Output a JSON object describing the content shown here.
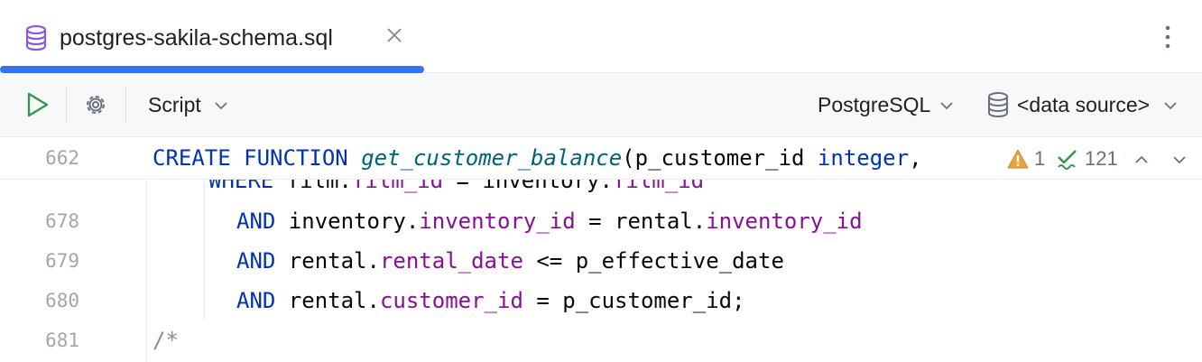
{
  "tab": {
    "title": "postgres-sakila-schema.sql"
  },
  "toolbar": {
    "mode": "Script",
    "dialect": "PostgreSQL",
    "data_source": "<data source>"
  },
  "inspections": {
    "warnings": "1",
    "weak_warnings": "121"
  },
  "editor": {
    "sticky": {
      "number": "662",
      "kw": "CREATE FUNCTION ",
      "fn": "get_customer_balance",
      "rest": "(p_customer_id ",
      "type": "integer",
      "tail": ","
    },
    "partial": {
      "kw": "WHERE ",
      "t1": "film.",
      "f1": "film_id",
      "t2": " = inventory.",
      "f2": "film_id"
    },
    "lines": [
      {
        "number": "678",
        "kw": "AND ",
        "t1": "inventory.",
        "f1": "inventory_id",
        "t2": " = rental.",
        "f2": "inventory_id",
        "t3": ""
      },
      {
        "number": "679",
        "kw": "AND ",
        "t1": "rental.",
        "f1": "rental_date",
        "t2": " <= p_effective_date",
        "f2": "",
        "t3": ""
      },
      {
        "number": "680",
        "kw": "AND ",
        "t1": "rental.",
        "f1": "customer_id",
        "t2": " = p_customer_id;",
        "f2": "",
        "t3": ""
      }
    ],
    "last": {
      "number": "681",
      "comment": "/*"
    }
  }
}
